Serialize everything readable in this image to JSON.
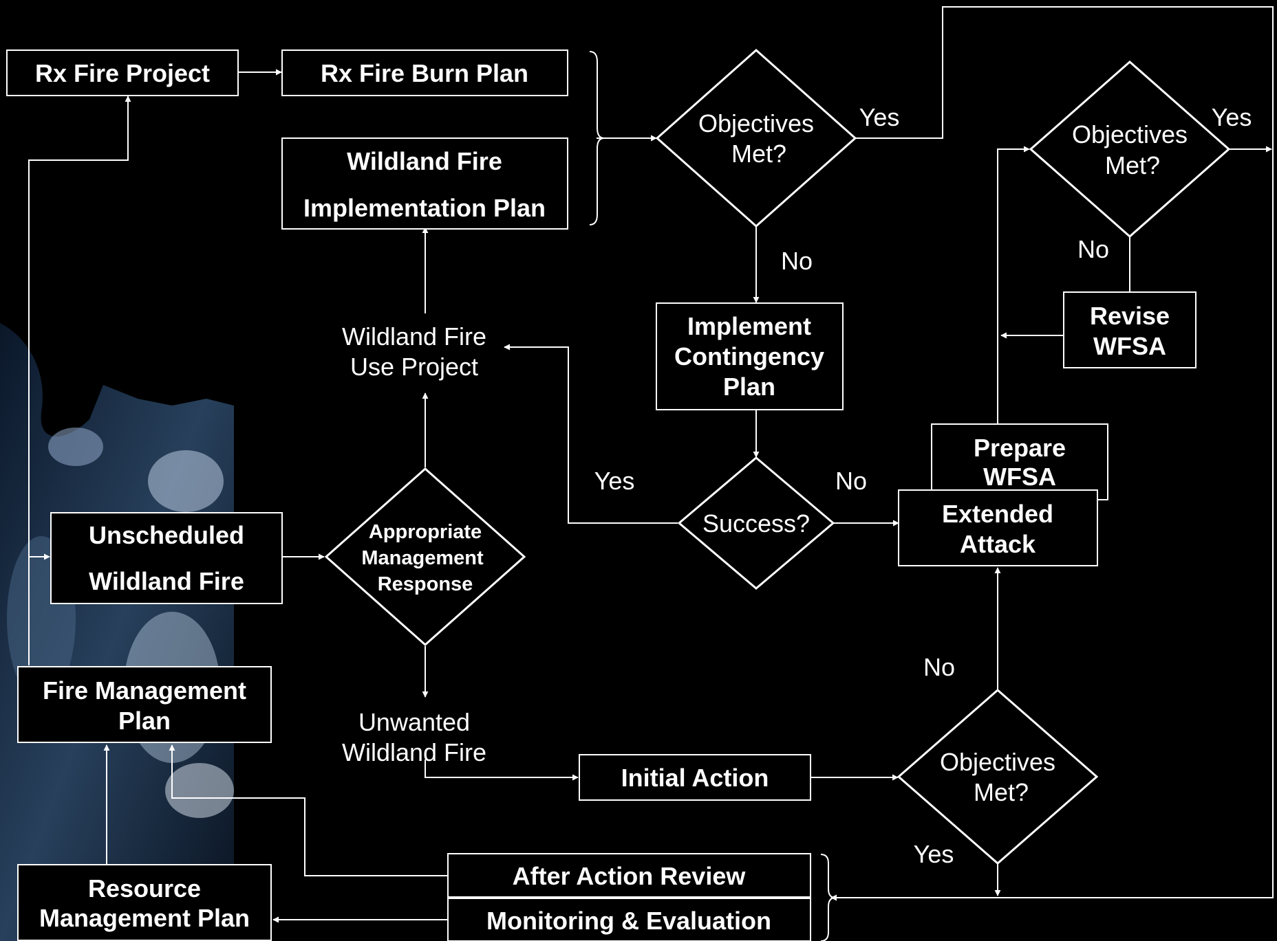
{
  "colors": {
    "background": "#000000",
    "foreground": "#ffffff",
    "photo_accent": "#8fa8c8"
  },
  "boxes": {
    "rx_fire_project": "Rx Fire Project",
    "rx_fire_burn_plan": "Rx Fire Burn Plan",
    "wfip_line1": "Wildland Fire",
    "wfip_line2": "Implementation Plan",
    "implement_contingency_line1": "Implement",
    "implement_contingency_line2": "Contingency",
    "implement_contingency_line3": "Plan",
    "revise_wfsa_line1": "Revise",
    "revise_wfsa_line2": "WFSA",
    "prepare_wfsa_line1": "Prepare",
    "prepare_wfsa_line2": "WFSA",
    "extended_attack_line1": "Extended",
    "extended_attack_line2": "Attack",
    "unscheduled_line1": "Unscheduled",
    "unscheduled_line2": "Wildland Fire",
    "fmp_line1": "Fire Management",
    "fmp_line2": "Plan",
    "initial_action": "Initial Action",
    "rmp_line1": "Resource",
    "rmp_line2": "Management Plan",
    "after_action_review": "After Action Review",
    "monitoring_evaluation": "Monitoring & Evaluation"
  },
  "decisions": {
    "objectives_top_line1": "Objectives",
    "objectives_top_line2": "Met?",
    "objectives_right_line1": "Objectives",
    "objectives_right_line2": "Met?",
    "objectives_bottom_line1": "Objectives",
    "objectives_bottom_line2": "Met?",
    "success": "Success?",
    "amr_line1": "Appropriate",
    "amr_line2": "Management",
    "amr_line3": "Response"
  },
  "labels": {
    "wfu_project_line1": "Wildland Fire",
    "wfu_project_line2": "Use Project",
    "unwanted_line1": "Unwanted",
    "unwanted_line2": "Wildland Fire"
  },
  "edge_labels": {
    "yes_top": "Yes",
    "yes_right": "Yes",
    "no_top": "No",
    "no_right": "No",
    "yes_success": "Yes",
    "no_success": "No",
    "no_bottom": "No",
    "yes_bottom": "Yes"
  }
}
